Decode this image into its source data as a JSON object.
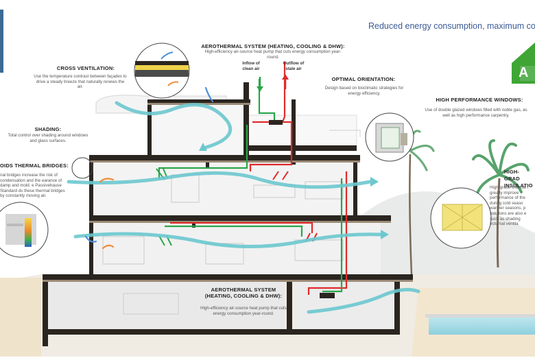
{
  "tagline": "Reduced energy consumption, maximum co",
  "energy_badge": {
    "letter": "A",
    "color": "#3fa535"
  },
  "colors": {
    "air_flow": "#6cc8cf",
    "warm_arrow": "#ef8c3a",
    "cool_arrow": "#4a8fd8",
    "supply_pipe": "#2aa64a",
    "return_pipe": "#e02b2b",
    "structure": "#2b2520"
  },
  "callouts": {
    "aerothermal_top": {
      "title": "AEROTHERMAL SYSTEM (HEATING, COOLING & DHW):",
      "body": "High-efficiency air-source heat pump that cuts energy consumption year-round."
    },
    "inflow": "Inflow of clean air",
    "outflow": "Outflow of stale air",
    "cross_ventilation": {
      "title": "CROSS VENTILATION:",
      "body": "Use the temperature contrast between façades to drive a steady breeze that naturally renews the air."
    },
    "optimal_orientation": {
      "title": "OPTIMAL ORIENTATION:",
      "body": "Design based on bioclimatic strategies for energy efficiency."
    },
    "high_perf_windows": {
      "title": "HIGH PERFORMANCE WINDOWS:",
      "body": "Use of double glazed windows filled with noble gas, as well as high performance carpentry."
    },
    "shading": {
      "title": "SHADING:",
      "body": "Total control over shading around windows and glass surfaces."
    },
    "thermal_bridges": {
      "title": "OIDS THERMAL BRIDGES:",
      "body": "nal bridges increase the risk of condensation and the earance of damp and mold. e Passivehause Standard ds these thermal bridges by constantly moving air."
    },
    "high_grade": {
      "title": "HIGH-GRAD INSULATIO",
      "body": "High-grade thermal i greatly improve performance of the during cold seaso warmer seasons, p solutions are also e such as shading octurnal ventila"
    },
    "aerothermal_bottom": {
      "title": "AEROTHERMAL SYSTEM (HEATING, COOLING & DHW):",
      "body": "High-efficiency air-source heat pump that cuts energy consumption year-round."
    }
  }
}
